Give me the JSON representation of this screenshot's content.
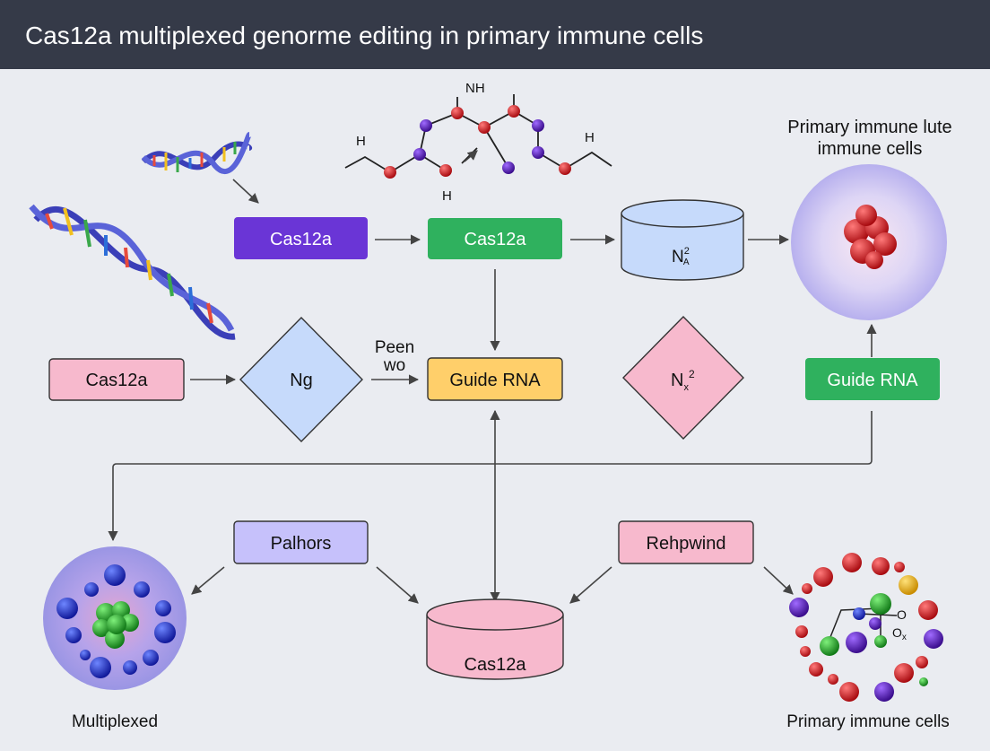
{
  "title": "Cas12a multiplexed genorme editing in primary immune cells",
  "colors": {
    "header_bg": "#353a48",
    "canvas_bg": "#eaecf1",
    "purple_box": "#6a35d6",
    "green_box": "#2fb15e",
    "pink_box": "#f7b9cd",
    "light_blue": "#c6dafb",
    "yellow_box": "#ffcf6a",
    "lavender_box": "#c6c1fb",
    "arrow": "#444444"
  },
  "molecule": {
    "label_top": "NH",
    "label_left": "H",
    "label_bottom": "H",
    "label_right": "H"
  },
  "nodes": {
    "cas12a_purple": "Cas12a",
    "cas12a_green": "Cas12a",
    "cylinder_top": "Nₐ",
    "cylinder_top_sup": "2",
    "cylinder_top_sub": "A",
    "cas12a_pink": "Cas12a",
    "diamond_left": "Ng",
    "peen_label_line1": "Peen",
    "peen_label_line2": "wo",
    "guide_rna_yellow": "Guide RNA",
    "diamond_right": "N",
    "diamond_right_sub": "x",
    "diamond_right_sup": "2",
    "guide_rna_green": "Guide RNA",
    "palhors": "Palhors",
    "rehpwind": "Rehpwind",
    "cylinder_bottom": "Cas12a"
  },
  "primary_cell": {
    "label_line1": "Primary immune lute",
    "label_line2": "immune cells"
  },
  "bottom_left_label": "Multiplexed",
  "bottom_right_cluster": {
    "label_o": "O",
    "label_ox": "O",
    "label_ox_sub": "x",
    "caption": "Primary immune cells"
  }
}
